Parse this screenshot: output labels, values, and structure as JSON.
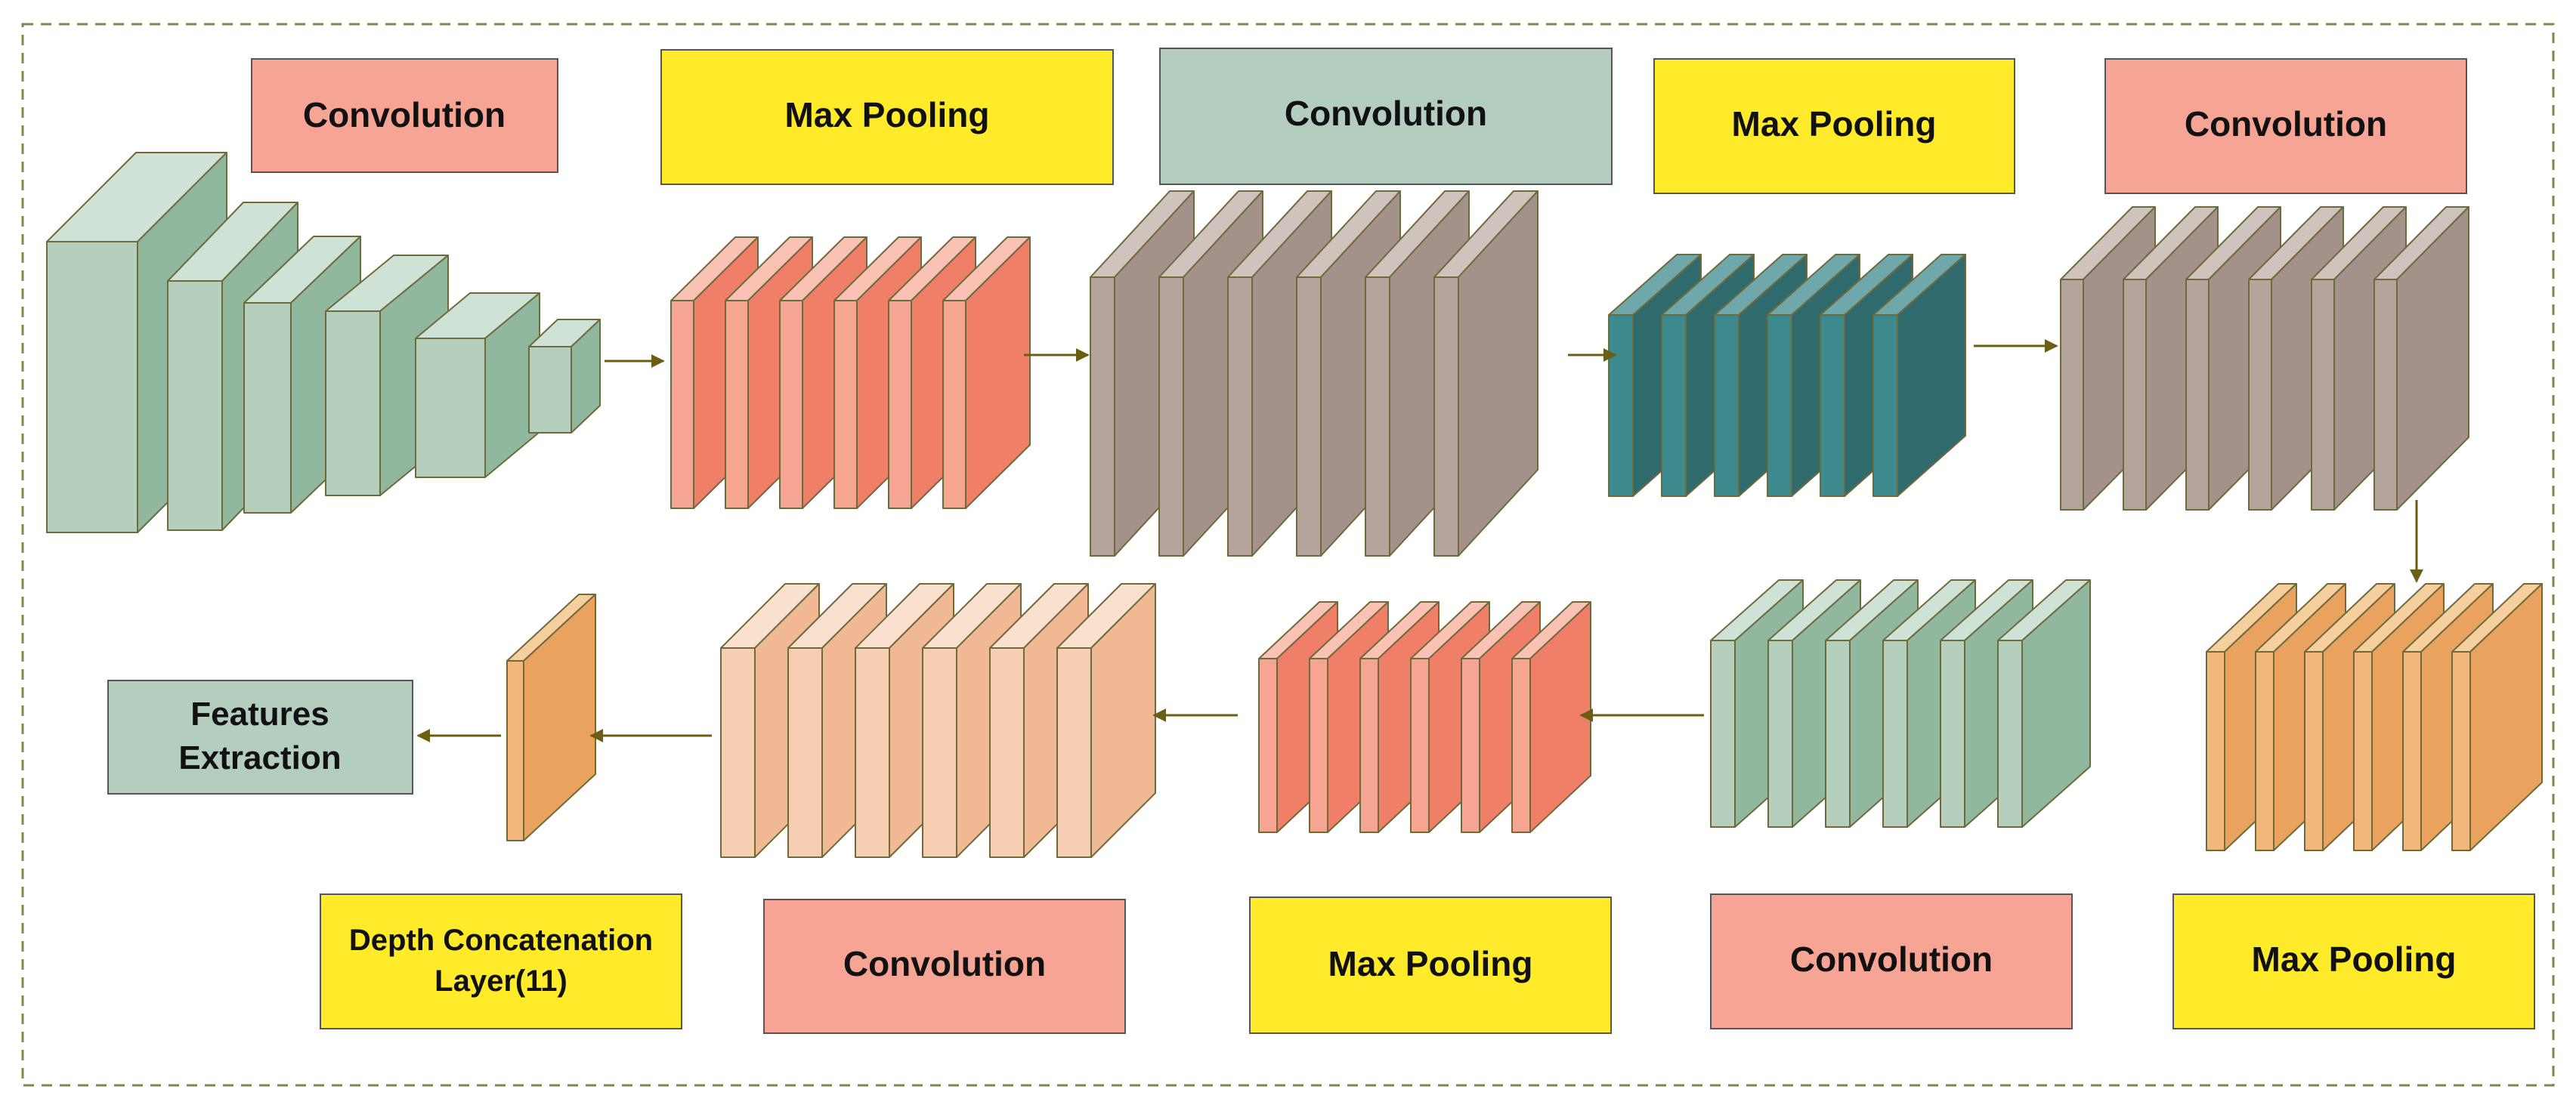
{
  "labels": {
    "conv1": "Convolution",
    "pool1": "Max Pooling",
    "conv2": "Convolution",
    "pool2": "Max Pooling",
    "conv3": "Convolution",
    "pool3": "Max Pooling",
    "conv4": "Convolution",
    "pool4": "Max Pooling",
    "conv5": "Convolution",
    "depth_line1": "Depth Concatenation",
    "depth_line2": "Layer(11)",
    "features_line1": "Features",
    "features_line2": "Extraction"
  },
  "colors": {
    "salmon_label": "#f6a595",
    "yellow_label": "#ffeb2a",
    "sage_label": "#b3cdbf",
    "arrow": "#6b5e12",
    "border": "#7a8a4a"
  }
}
